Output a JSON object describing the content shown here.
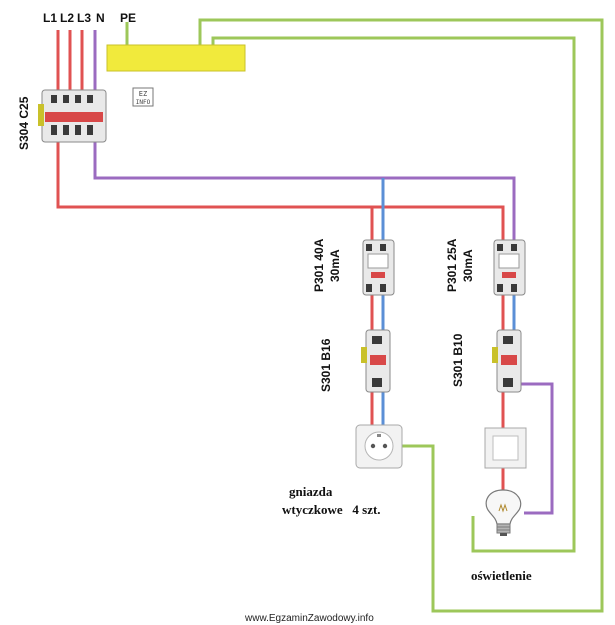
{
  "supply_labels": {
    "l1": "L1",
    "l2": "L2",
    "l3": "L3",
    "n": "N",
    "pe": "PE"
  },
  "devices": {
    "main_breaker": "S304 C25",
    "rcd_sockets_line1": "P301 40A",
    "rcd_sockets_line2": "30mA",
    "rcd_lighting_line1": "P301 25A",
    "rcd_lighting_line2": "30mA",
    "mcb_sockets": "S301 B16",
    "mcb_lighting": "S301 B10"
  },
  "loads": {
    "sockets_line1": "gniazda",
    "sockets_line2": "wtyczkowe   4 szt.",
    "lighting": "oświetlenie"
  },
  "watermark": "www.EgzaminZawodowy.info",
  "logo_text": "EZ INFO",
  "colors": {
    "phase": "#e05252",
    "neutral": "#5b8fd6",
    "switched": "#9b6bc0",
    "pe": "#9dc75a",
    "pe_bar": "#f1ea3c",
    "device_body": "#e9e9e9",
    "device_outline": "#8a8a8a"
  }
}
